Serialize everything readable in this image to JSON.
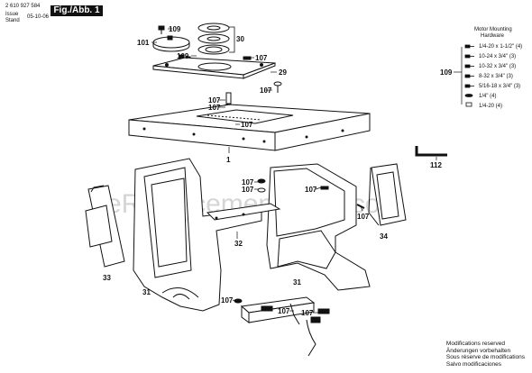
{
  "header": {
    "part_number": "2 610 927 584",
    "issue_label": "Issue",
    "stand_label": "Stand",
    "date": "05-10-06",
    "figure_label": "Fig./Abb. 1"
  },
  "hardware": {
    "title_line1": "Motor Mounting",
    "title_line2": "Hardware",
    "group_callout": "109",
    "items": [
      "1/4-20 x 1-1/2\" (4)",
      "10-24 x 3/4\" (3)",
      "10-32 x 3/4\" (3)",
      "8-32 x 3/4\" (3)",
      "5/16-18 x 3/4\" (3)",
      "1/4\" (4)",
      "1/4-20 (4)"
    ]
  },
  "callouts": {
    "c109": "109",
    "c30": "30",
    "c101": "101",
    "c109b": "109",
    "c107a": "107",
    "c29": "29",
    "c107b": "107",
    "c107c": "107",
    "c107d": "107",
    "c107e": "107",
    "c1": "1",
    "c112": "112",
    "c107f": "107",
    "c107g": "107",
    "c107h": "107",
    "c107i": "107",
    "c32": "32",
    "c33": "33",
    "c34": "34",
    "c31a": "31",
    "c31b": "31",
    "c107j": "107",
    "c107k": "107",
    "c107l": "107"
  },
  "watermark": "eReplacementParts.com",
  "footer": [
    "Modifications reserved",
    "Änderungen vorbehalten",
    "Sous réserve de modifications",
    "Salvo modificaciones"
  ]
}
